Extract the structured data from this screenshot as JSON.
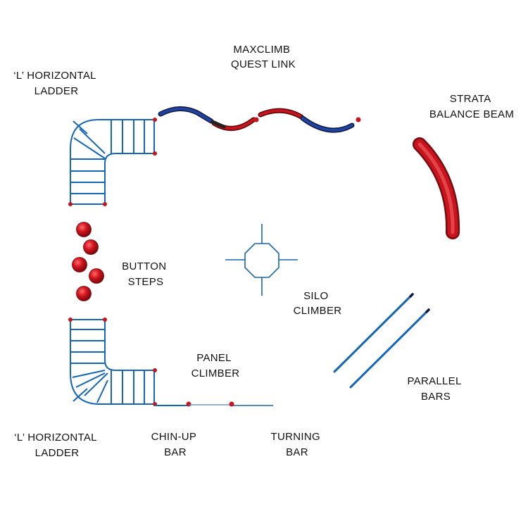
{
  "colors": {
    "frame_blue": "#1565b8",
    "link_blue": "#2142a6",
    "red": "#c8141c",
    "dark_red": "#7a0a0e",
    "text": "#111111"
  },
  "labels": {
    "maxclimb": [
      "MAXCLIMB",
      "QUEST LINK"
    ],
    "l_ladder_top": [
      "‘L’ HORIZONTAL",
      "LADDER"
    ],
    "strata": [
      "STRATA",
      "BALANCE BEAM"
    ],
    "button_steps": [
      "BUTTON",
      "STEPS"
    ],
    "silo": [
      "SILO",
      "CLIMBER"
    ],
    "panel": [
      "PANEL",
      "CLIMBER"
    ],
    "parallel": [
      "PARALLEL",
      "BARS"
    ],
    "l_ladder_bottom": [
      "‘L’ HORIZONTAL",
      "LADDER"
    ],
    "chin_up": [
      "CHIN-UP",
      "BAR"
    ],
    "turning": [
      "TURNING",
      "BAR"
    ]
  }
}
